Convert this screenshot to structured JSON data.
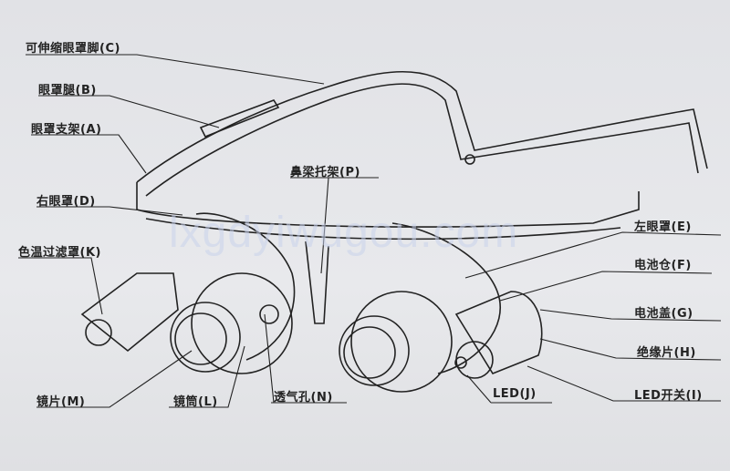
{
  "diagram": {
    "labels": {
      "C": "可伸缩眼罩脚(C)",
      "B": "眼罩腿(B)",
      "A": "眼罩支架(A)",
      "D": "右眼罩(D)",
      "K": "色温过滤罩(K)",
      "M": "镜片(M)",
      "L": "镜筒(L)",
      "N": "透气孔(N)",
      "P": "鼻梁托架(P)",
      "E": "左眼罩(E)",
      "F": "电池仓(F)",
      "G": "电池盖(G)",
      "H": "绝缘片(H)",
      "I": "LED开关(I)",
      "J": "LED(J)"
    },
    "watermark": "lxgdyiwugou.com"
  }
}
